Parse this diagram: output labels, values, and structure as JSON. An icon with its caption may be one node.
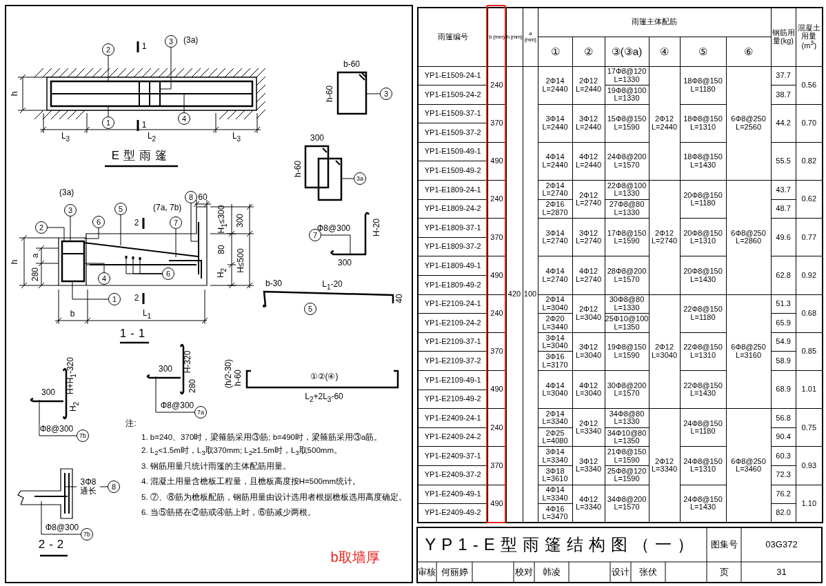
{
  "diagram": {
    "title": "YP1-E型雨篷结构图（一）",
    "nodes": [
      {
        "text": [
          "2"
        ]
      },
      {
        "text": [
          "3"
        ],
        "beside": [
          "(3a)"
        ]
      },
      {
        "text": [
          "1"
        ]
      },
      {
        "text": [
          "4"
        ]
      },
      {
        "text": [
          "2"
        ]
      },
      {
        "text": [
          "3"
        ],
        "beside": [
          "(3a)"
        ]
      },
      {
        "text": [
          "6"
        ]
      },
      {
        "text": [
          "5"
        ]
      },
      {
        "text": [
          "7"
        ],
        "beside": [
          "(7a, 7b)"
        ]
      },
      {
        "text": [
          "8"
        ]
      },
      {
        "text": [
          "4"
        ]
      },
      {
        "text": [
          "6"
        ]
      },
      {
        "text": [
          "1"
        ]
      },
      {
        "text": [
          "3"
        ]
      },
      {
        "text": [
          "3a"
        ]
      },
      {
        "text": [
          "7"
        ]
      },
      {
        "text": [
          "7b"
        ]
      },
      {
        "text": [
          "7a"
        ]
      },
      {
        "text": [
          "8"
        ]
      },
      {
        "text": [
          "7b"
        ]
      },
      {
        "text": [
          "5"
        ]
      },
      {
        "text": [],
        "shape": "picture"
      },
      {
        "text": [],
        "shape": "picture"
      },
      {
        "text": [],
        "shape": "picture"
      },
      {
        "text": [],
        "shape": "picture"
      },
      {
        "text": [],
        "shape": "picture"
      },
      {
        "text": [],
        "shape": "picture"
      }
    ],
    "edges": [
      {
        "from": 0,
        "to": null,
        "arrow": "none"
      },
      {
        "from": 1,
        "to": null,
        "arrow": "none"
      },
      {
        "from": 2,
        "to": null,
        "arrow": "none"
      },
      {
        "from": 3,
        "to": null,
        "arrow": "none"
      },
      {
        "from": 4,
        "to": null,
        "arrow": "none"
      },
      {
        "from": 5,
        "to": null,
        "arrow": "none"
      },
      {
        "from": 6,
        "to": null,
        "arrow": "none"
      },
      {
        "from": 7,
        "to": null,
        "arrow": "none"
      },
      {
        "from": 8,
        "to": null,
        "arrow": "none"
      },
      {
        "from": 9,
        "to": null,
        "arrow": "none"
      },
      {
        "from": 10,
        "to": null,
        "arrow": "none"
      },
      {
        "from": 11,
        "to": null,
        "arrow": "none"
      },
      {
        "from": 11,
        "to": null,
        "arrow": "none"
      },
      {
        "from": 11,
        "to": null,
        "arrow": "none"
      },
      {
        "from": 12,
        "to": null,
        "arrow": "none"
      },
      {
        "from": 13,
        "to": 21,
        "arrow": "none"
      },
      {
        "from": 14,
        "to": 22,
        "arrow": "none"
      },
      {
        "from": 15,
        "to": 23,
        "arrow": "none",
        "label": "Φ8@300"
      },
      {
        "from": 16,
        "to": 24,
        "arrow": "none",
        "label": "Φ8@300"
      },
      {
        "from": 17,
        "to": 25,
        "arrow": "none",
        "label": "Φ8@300"
      },
      {
        "from": 18,
        "to": 26,
        "arrow": "none",
        "label": "3Φ8 通长"
      },
      {
        "from": 19,
        "to": 26,
        "arrow": "none",
        "label": "Φ8@300"
      }
    ],
    "labels": [
      "1",
      "h",
      "1",
      "L$_{3}$",
      "L$_{2}$",
      "L$_{3}$",
      "E型雨篷",
      "b-60",
      "h-60",
      "300",
      "h-60",
      "2",
      "60",
      "H$_{1}$≤300",
      "300",
      "h",
      "a",
      "80",
      "H$_{2}$",
      "H≤500",
      "280",
      "2",
      "b-30",
      "L$_{1}$-20",
      "40",
      "b",
      "L$_{1}$",
      "1-1",
      "H-20",
      "300",
      "300",
      "H+H$_{1}$-320",
      "H$_{2}$",
      "300",
      "H-320",
      "280",
      "(h/2-30)",
      "h-60",
      "①②(④)",
      "L$_{2}$+2L$_{3}$-60",
      "注:",
      "1. b=240、370时，梁箍筋采用③筋; b=490时，梁箍筋采用③a筋。",
      "2. L$_{2}$<1.5m时，L$_{3}$取370mm; L$_{2}$≥1.5m时，L$_{3}$取500mm。",
      "3. 钢筋用量只统计雨篷的主体配筋用量。",
      "4. 混凝土用量含檐板工程量，且檐板高度按H=500mm统计。",
      "5. ⑦、⑧筋为檐板配筋，钢筋用量由设计选用者根据檐板选用高度确定。",
      "6. 当⑤筋搭在②筋或④筋上时，⑥筋减少两根。",
      "2-2",
      "雨篷编号",
      "b (mm)",
      "h (mm)",
      "a (mm)",
      "雨篷主体配筋",
      "钢筋用量(kg)",
      "混凝土用量(m$^{3}$)",
      "①",
      "②",
      "③(③a)",
      "④",
      "⑤",
      "⑥",
      "YP1-E1509-24-1",
      "240",
      "420",
      "100",
      "2Φ14 L=2440",
      "2Φ12 L=2440",
      "17Φ8@120 L=1330",
      "2Φ12 L=2440",
      "18Φ8@150 L=1180",
      "6Φ8@250 L=2560",
      "37.7",
      "0.56",
      "YP1-E1509-24-2",
      "19Φ8@100 L=1330",
      "38.7",
      "YP1-E1509-37-1",
      "370",
      "3Φ14 L=2440",
      "3Φ12 L=2440",
      "15Φ8@150 L=1590",
      "18Φ8@150 L=1310",
      "44.2",
      "0.70",
      "YP1-E1509-37-2",
      "YP1-E1509-49-1",
      "490",
      "4Φ14 L=2440",
      "4Φ12 L=2440",
      "24Φ8@200 L=1570",
      "18Φ8@150 L=1430",
      "55.5",
      "0.82",
      "YP1-E1509-49-2",
      "YP1-E1809-24-1",
      "240",
      "2Φ14 L=2740",
      "2Φ12 L=2740",
      "22Φ8@100 L=1330",
      "2Φ12 L=2740",
      "20Φ8@150 L=1180",
      "6Φ8@250 L=2860",
      "43.7",
      "0.62",
      "YP1-E1809-24-2",
      "2Φ16 L=2870",
      "27Φ8@80 L=1330",
      "48.7",
      "YP1-E1809-37-1",
      "370",
      "3Φ14 L=2740",
      "3Φ12 L=2740",
      "17Φ8@150 L=1590",
      "20Φ8@150 L=1310",
      "49.6",
      "0.77",
      "YP1-E1809-37-2",
      "YP1-E1809-49-1",
      "490",
      "4Φ14 L=2740",
      "4Φ12 L=2740",
      "28Φ8@200 L=1570",
      "20Φ8@150 L=1430",
      "62.8",
      "0.92",
      "YP1-E1809-49-2",
      "YP1-E2109-24-1",
      "240",
      "2Φ14 L=3040",
      "2Φ12 L=3040",
      "30Φ8@80 L=1330",
      "2Φ12 L=3040",
      "22Φ8@150 L=1180",
      "6Φ8@250 L=3160",
      "51.3",
      "0.68",
      "YP1-E2109-24-2",
      "2Φ20 L=3440",
      "25Φ10@100 L=1350",
      "65.9",
      "YP1-E2109-37-1",
      "370",
      "3Φ14 L=3040",
      "3Φ12 L=3040",
      "19Φ8@150 L=1590",
      "22Φ8@150 L=1310",
      "54.9",
      "0.85",
      "YP1-E2109-37-2",
      "3Φ16 L=3170",
      "58.9",
      "YP1-E2109-49-1",
      "490",
      "4Φ14 L=3040",
      "4Φ12 L=3040",
      "30Φ8@200 L=1570",
      "22Φ8@150 L=1430",
      "68.9",
      "1.01",
      "YP1-E2109-49-2",
      "YP1-E2409-24-1",
      "240",
      "2Φ14 L=3340",
      "2Φ12 L=3340",
      "34Φ8@80 L=1330",
      "2Φ12 L=3340",
      "24Φ8@150 L=1180",
      "6Φ8@250 L=3460",
      "56.8",
      "0.75",
      "YP1-E2409-24-2",
      "2Φ25 L=4080",
      "34Φ10@80 L=1350",
      "90.4",
      "YP1-E2409-37-1",
      "370",
      "3Φ14 L=3340",
      "3Φ12 L=3340",
      "21Φ8@150 L=1590",
      "24Φ8@150 L=1310",
      "60.3",
      "0.93",
      "YP1-E2409-37-2",
      "3Φ18 L=3610",
      "25Φ8@120 L=1590",
      "72.3",
      "YP1-E2409-49-1",
      "490",
      "4Φ14 L=3340",
      "4Φ12 L=3340",
      "34Φ8@200 L=1570",
      "24Φ8@150 L=1430",
      "76.2",
      "1.10",
      "YP1-E2409-49-2",
      "4Φ16 L=3470",
      "82.0",
      "图集号",
      "03G372",
      "审核",
      "何丽婷",
      "校对",
      "韩凌",
      "设计",
      "张伏",
      "页",
      "31",
      "b取墙厚"
    ]
  }
}
